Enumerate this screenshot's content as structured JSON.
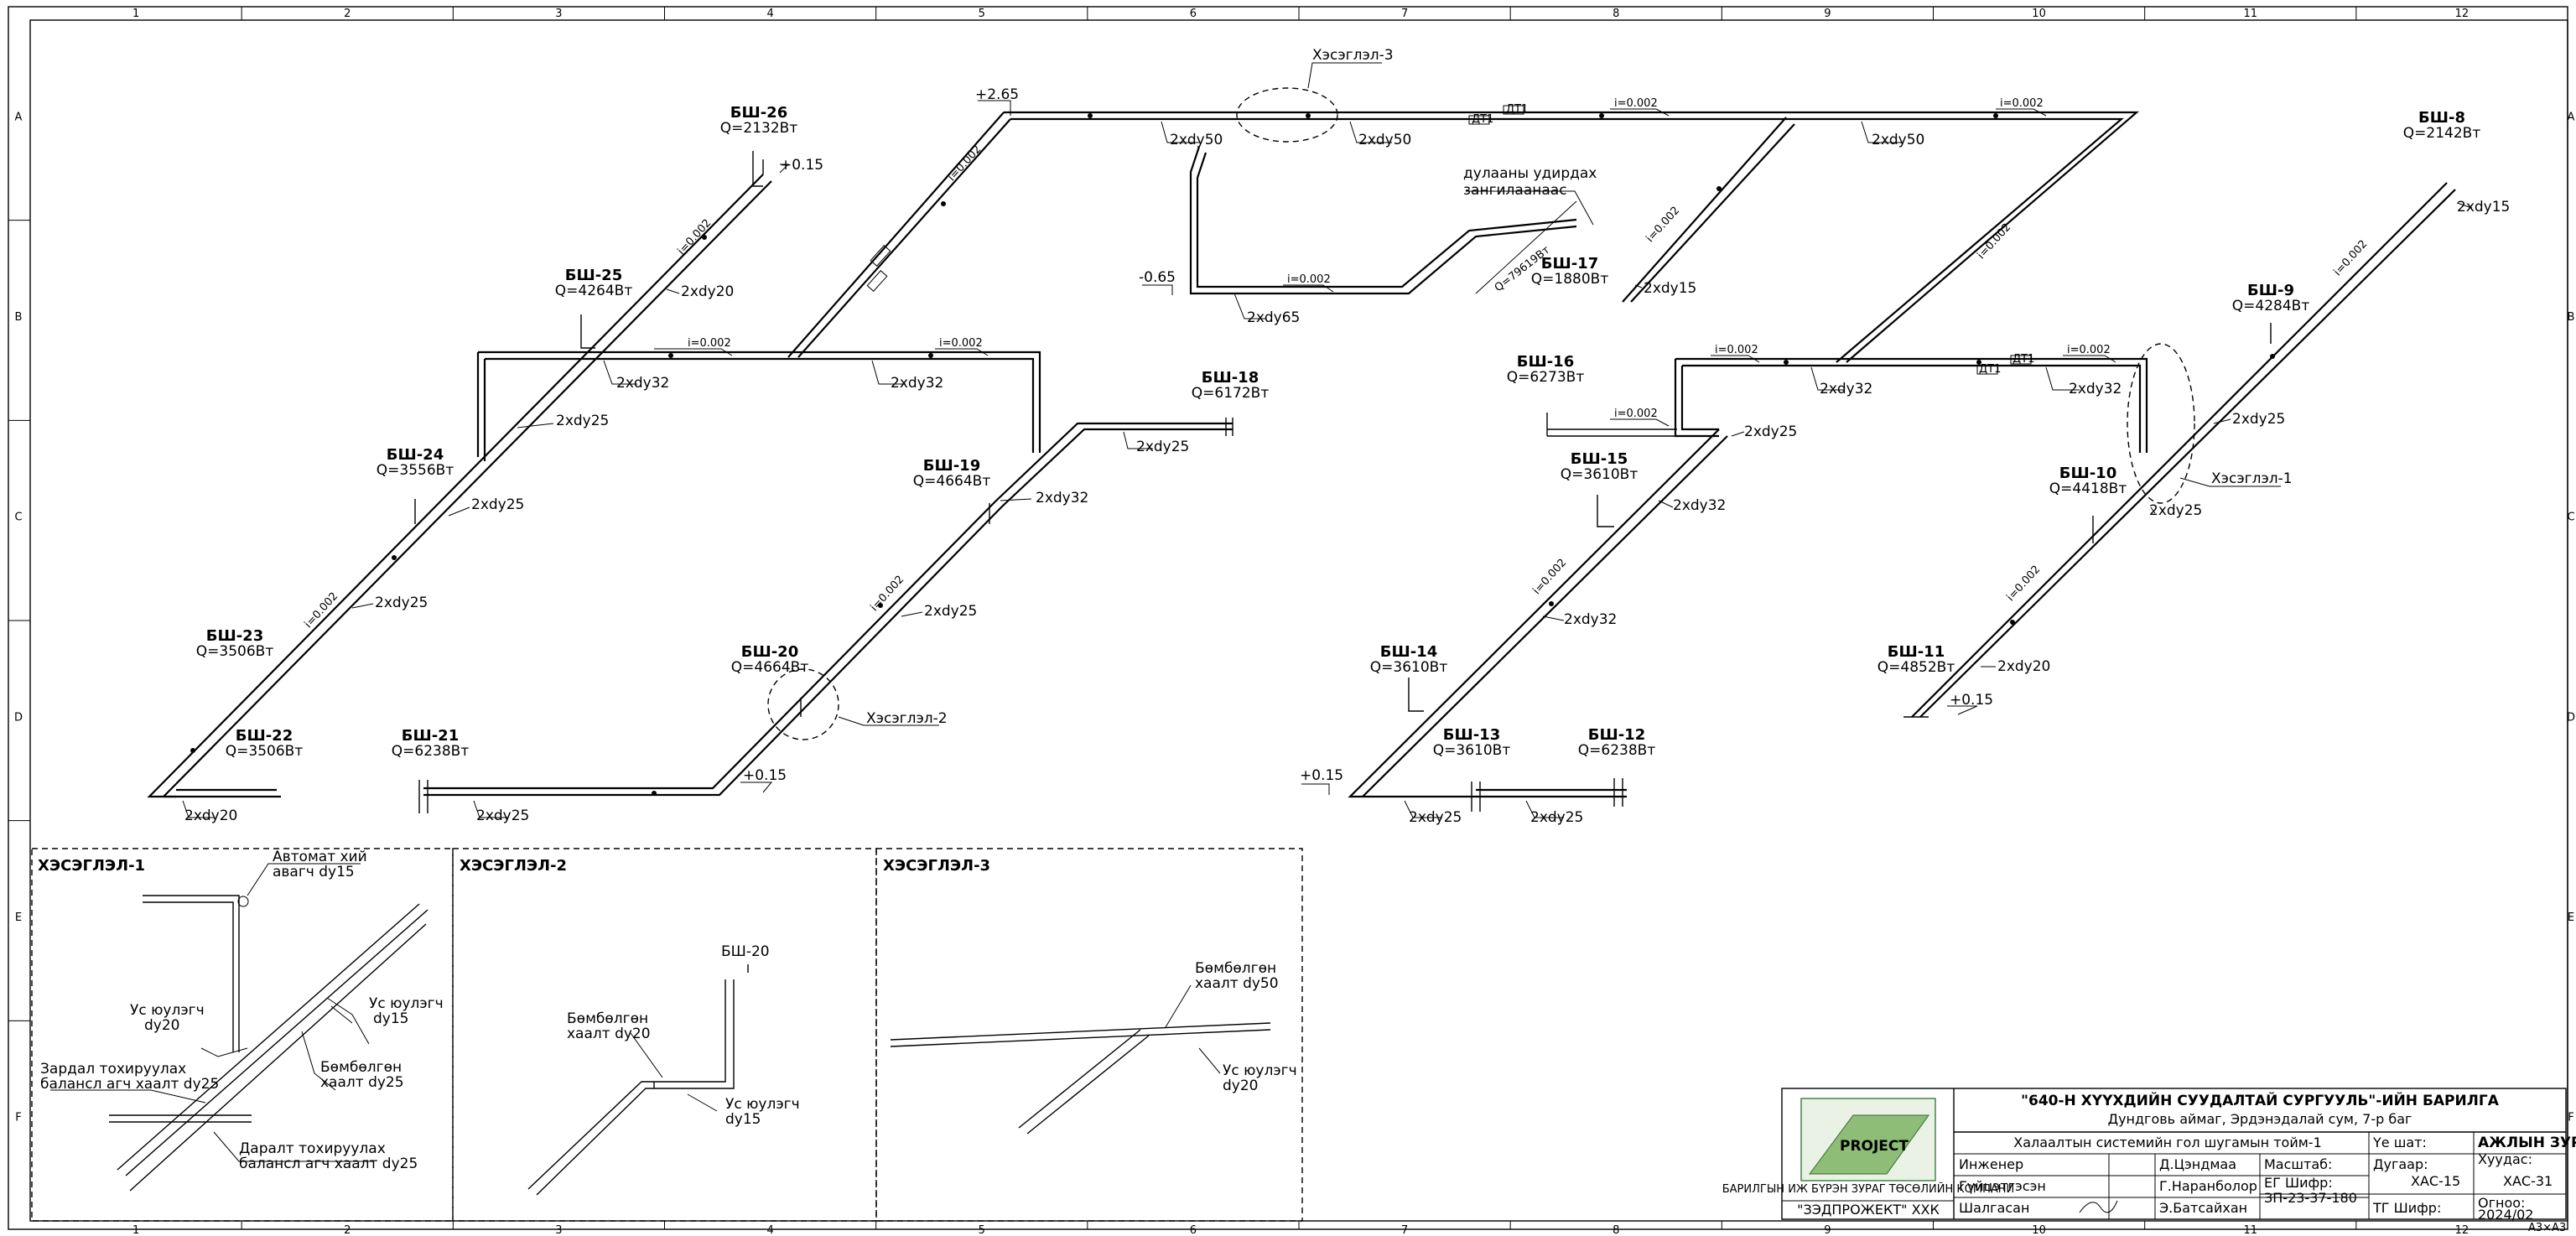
{
  "grid": {
    "columns": [
      "1",
      "2",
      "3",
      "4",
      "5",
      "6",
      "7",
      "8",
      "9",
      "10",
      "11",
      "12"
    ],
    "rows": [
      "A",
      "B",
      "C",
      "D",
      "E",
      "F"
    ]
  },
  "units": [
    {
      "id": "BSH-26",
      "name": "БШ-26",
      "q": "Q=2132Вт"
    },
    {
      "id": "BSH-25",
      "name": "БШ-25",
      "q": "Q=4264Вт"
    },
    {
      "id": "BSH-24",
      "name": "БШ-24",
      "q": "Q=3556Вт"
    },
    {
      "id": "BSH-23",
      "name": "БШ-23",
      "q": "Q=3506Вт"
    },
    {
      "id": "BSH-22",
      "name": "БШ-22",
      "q": "Q=3506Вт"
    },
    {
      "id": "BSH-21",
      "name": "БШ-21",
      "q": "Q=6238Вт"
    },
    {
      "id": "BSH-20",
      "name": "БШ-20",
      "q": "Q=4664Вт"
    },
    {
      "id": "BSH-19",
      "name": "БШ-19",
      "q": "Q=4664Вт"
    },
    {
      "id": "BSH-18",
      "name": "БШ-18",
      "q": "Q=6172Вт"
    },
    {
      "id": "BSH-17",
      "name": "БШ-17",
      "q": "Q=1880Вт"
    },
    {
      "id": "BSH-16",
      "name": "БШ-16",
      "q": "Q=6273Вт"
    },
    {
      "id": "BSH-15",
      "name": "БШ-15",
      "q": "Q=3610Вт"
    },
    {
      "id": "BSH-14",
      "name": "БШ-14",
      "q": "Q=3610Вт"
    },
    {
      "id": "BSH-13",
      "name": "БШ-13",
      "q": "Q=3610Вт"
    },
    {
      "id": "BSH-12",
      "name": "БШ-12",
      "q": "Q=6238Вт"
    },
    {
      "id": "BSH-11",
      "name": "БШ-11",
      "q": "Q=4852Вт"
    },
    {
      "id": "BSH-10",
      "name": "БШ-10",
      "q": "Q=4418Вт"
    },
    {
      "id": "BSH-9",
      "name": "БШ-9",
      "q": "Q=4284Вт"
    },
    {
      "id": "BSH-8",
      "name": "БШ-8",
      "q": "Q=2142Вт"
    }
  ],
  "pipe_labels": {
    "dy20": "2xdy20",
    "dy25": "2xdy25",
    "dy32": "2xdy32",
    "dy50": "2xdy50",
    "dy65": "2xdy65",
    "dy15": "2xdy15",
    "slope": "i=0.002"
  },
  "elevations": {
    "e265": "+2.65",
    "e015": "+0.15",
    "em065": "-0.65"
  },
  "notes": {
    "heat_source_1": "дулааны удирдах",
    "heat_source_2": "зангилаанаас",
    "q_total": "Q=79619Вт",
    "valve_tag": "ДТ1"
  },
  "detail_refs": {
    "d1": "Хэсэглэл-1",
    "d2": "Хэсэглэл-2",
    "d3": "Хэсэглэл-3"
  },
  "details": {
    "d1": {
      "title": "ХЭСЭГЛЭЛ-1",
      "air_1": "Автомат хий",
      "air_2": "авагч dy15",
      "drain_a1": "Ус юулэгч",
      "drain_a2": "dy20",
      "drain_b1": "Ус юулэгч",
      "drain_b2": "dy15",
      "ball_1": "Бөмбөлгөн",
      "ball_2": "хаалт dy25",
      "flow_1": "Зардал тохируулах",
      "flow_2": "балансл агч хаалт dy25",
      "press_1": "Даралт тохируулах",
      "press_2": "балансл агч хаалт dy25"
    },
    "d2": {
      "title": "ХЭСЭГЛЭЛ-2",
      "unit": "БШ-20",
      "ball_1": "Бөмбөлгөн",
      "ball_2": "хаалт dy20",
      "drain_1": "Ус юулэгч",
      "drain_2": "dy15"
    },
    "d3": {
      "title": "ХЭСЭГЛЭЛ-3",
      "ball_1": "Бөмбөлгөн",
      "ball_2": "хаалт dy50",
      "drain_1": "Ус юулэгч",
      "drain_2": "dy20"
    }
  },
  "title_block": {
    "company": "\"ЗЭДПРОЖЕКТ\" ХХК",
    "logo_text": "PROJECT",
    "logo_sub": "БАРИЛГЫН ИЖ БҮРЭН ЗУРАГ ТӨСӨЛИЙН КОМПАНИ",
    "project": "\"640-Н ХҮҮХДИЙН СУУДАЛТАЙ СУРГУУЛЬ\"-ИЙН БАРИЛГА",
    "location": "Дундговь аймаг, Эрдэнэдалай сум, 7-р баг",
    "sheet_title": "Халаалтын системийн гол шугамын тойм-1",
    "stage_label": "Үе шат:",
    "stage_value": "АЖЛЫН ЗУРАГ",
    "roles": [
      {
        "role": "Инженер",
        "name": "Д.Цэндмаа"
      },
      {
        "role": "Гүйцэтгэсэн",
        "name": "Г.Наранболор"
      },
      {
        "role": "Шалгасан",
        "name": "Э.Батсайхан"
      }
    ],
    "scale_label": "Масштаб:",
    "number_label": "Дугаар:",
    "number_value": "ХАС-15",
    "pages_label": "Хуудас:",
    "pages_value": "ХАС-31",
    "eg_label": "ЕГ Шифр:",
    "eg_value": "ЗП-23-37-180",
    "tg_label": "ТГ Шифр:",
    "date_label": "Огноо:",
    "date_value": "2024/02",
    "format": "А3×А3"
  }
}
